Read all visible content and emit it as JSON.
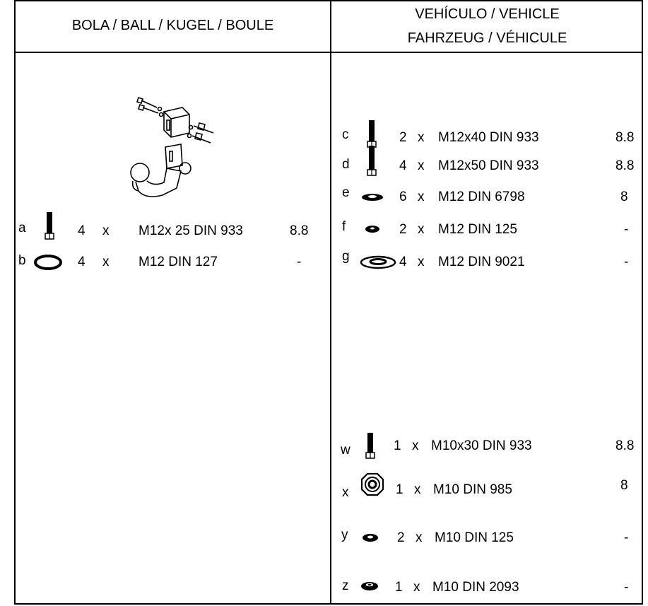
{
  "headers": {
    "ball": "BOLA / BALL / KUGEL / BOULE",
    "vehicle_line1": "VEHÍCULO / VEHICLE",
    "vehicle_line2": "FAHRZEUG / VÉHICULE"
  },
  "ball_parts": [
    {
      "letter": "a",
      "qty": "4",
      "x": "x",
      "spec": "M12x 25 DIN 933",
      "grade": "8.8",
      "icon": "bolt-icon"
    },
    {
      "letter": "b",
      "qty": "4",
      "x": "x",
      "spec": "M12 DIN 127",
      "grade": "-",
      "icon": "spring-washer-icon"
    }
  ],
  "vehicle_parts": [
    {
      "letter": "c",
      "qty": "2",
      "x": "x",
      "spec": "M12x40 DIN 933",
      "grade": "8.8",
      "icon": "bolt-icon"
    },
    {
      "letter": "d",
      "qty": "4",
      "x": "x",
      "spec": "M12x50 DIN 933",
      "grade": "8.8",
      "icon": "bolt-icon"
    },
    {
      "letter": "e",
      "qty": "6",
      "x": "x",
      "spec": "M12 DIN 6798",
      "grade": "8",
      "icon": "toothed-washer-icon"
    },
    {
      "letter": "f",
      "qty": "2",
      "x": "x",
      "spec": "M12 DIN 125",
      "grade": "-",
      "icon": "flat-washer-icon"
    },
    {
      "letter": "g",
      "qty": "4",
      "x": "x",
      "spec": "M12 DIN 9021",
      "grade": "-",
      "icon": "large-washer-icon"
    },
    {
      "letter": "w",
      "qty": "1",
      "x": "x",
      "spec": "M10x30 DIN 933",
      "grade": "8.8",
      "icon": "bolt-icon"
    },
    {
      "letter": "x",
      "qty": "1",
      "x": "x",
      "spec": "M10 DIN 985",
      "grade": "8",
      "icon": "lock-nut-icon"
    },
    {
      "letter": "y",
      "qty": "2",
      "x": "x",
      "spec": "M10 DIN 125",
      "grade": "-",
      "icon": "flat-washer-icon"
    },
    {
      "letter": "z",
      "qty": "1",
      "x": "x",
      "spec": "M10 DIN 2093",
      "grade": "-",
      "icon": "disc-spring-icon"
    }
  ]
}
